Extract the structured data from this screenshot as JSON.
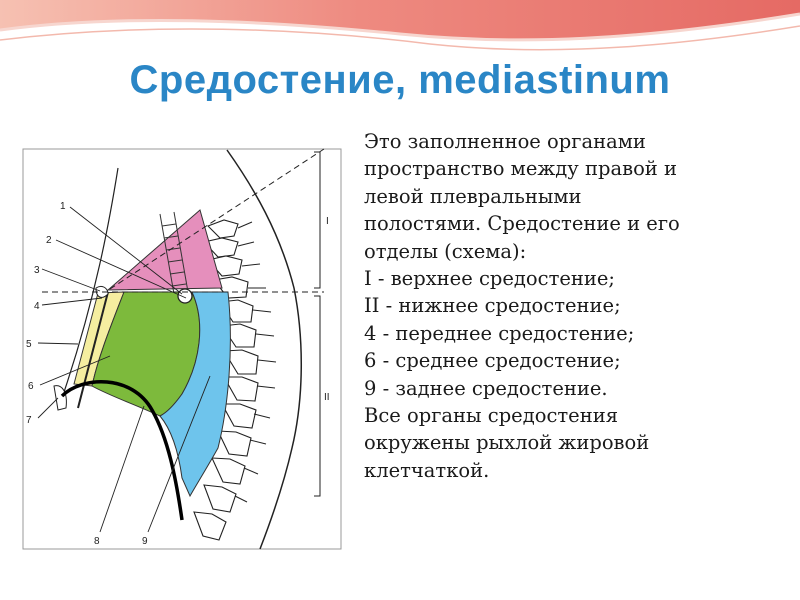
{
  "slide": {
    "title": "Средостение, mediastinum",
    "colors": {
      "title": "#2a86c6",
      "upper_mediastinum": "#e58fbc",
      "anterior_mediastinum": "#f5eea0",
      "middle_mediastinum": "#7dba3c",
      "posterior_mediastinum": "#6ec4ec",
      "header_band": "#e9776f"
    }
  },
  "diagram": {
    "callouts": [
      "1",
      "2",
      "3",
      "4",
      "5",
      "6",
      "7",
      "8",
      "9"
    ],
    "region_labels": [
      "I",
      "II"
    ]
  },
  "description": {
    "lines": [
      "Это заполненное органами",
      "пространство между правой и",
      "левой плевральными",
      "полостями. Средостение и его",
      "отделы (схема):",
      "I - верхнее средостение;",
      "II - нижнее средостение;",
      "4 - переднее средостение;",
      "6 - среднее средостение;",
      "9 - заднее средостение.",
      "Все органы средостения",
      "окружены рыхлой жировой",
      "клетчаткой."
    ]
  }
}
